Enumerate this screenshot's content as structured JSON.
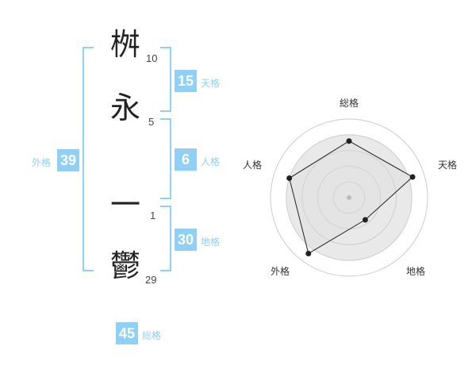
{
  "name": {
    "chars": [
      "桝",
      "永",
      "一",
      "鬱"
    ],
    "strokes": [
      "10",
      "5",
      "1",
      "29"
    ]
  },
  "fortune": {
    "tenkaku": {
      "value": "15",
      "label": "天格"
    },
    "jinkaku": {
      "value": "6",
      "label": "人格"
    },
    "chikaku": {
      "value": "30",
      "label": "地格"
    },
    "gaikaku": {
      "value": "39",
      "label": "外格"
    },
    "soukaku": {
      "value": "45",
      "label": "総格"
    }
  },
  "radar": {
    "labels": [
      "総格",
      "天格",
      "地格",
      "外格",
      "人格"
    ],
    "values": [
      0.72,
      0.85,
      0.35,
      0.88,
      0.8
    ],
    "colors": {
      "line": "#222222",
      "fill": "#e9e9e9",
      "ring": "#cccccc"
    }
  }
}
